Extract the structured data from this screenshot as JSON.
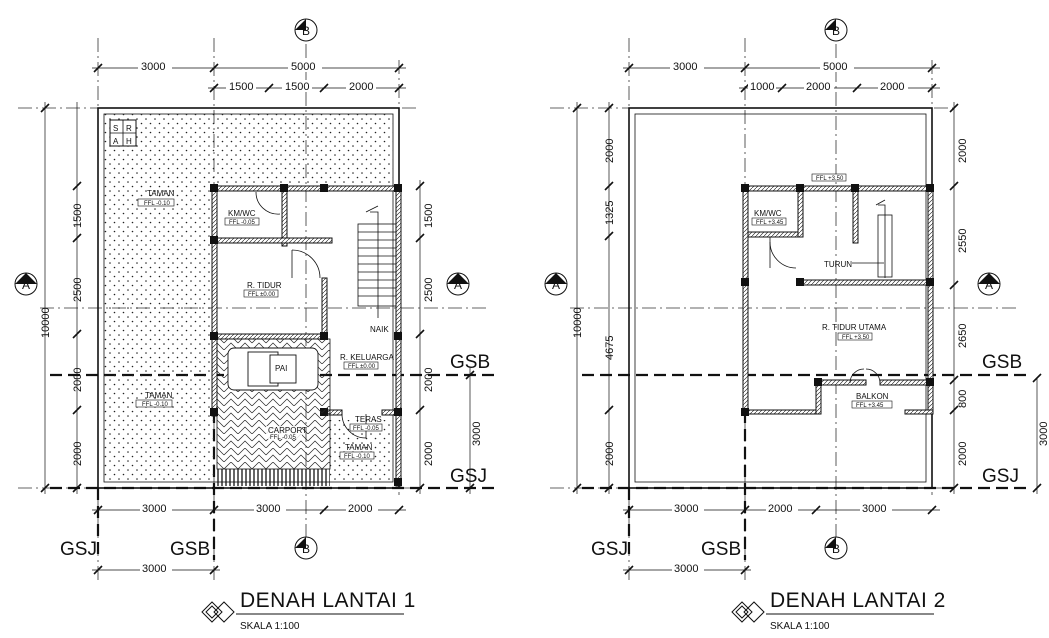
{
  "plans": [
    {
      "title": "DENAH LANTAI 1",
      "scale": "SKALA 1:100",
      "dims_top_outer": [
        "3000",
        "5000"
      ],
      "dims_top_inner": [
        "1500",
        "1500",
        "2000"
      ],
      "dims_bottom": [
        "3000",
        "3000",
        "2000"
      ],
      "dim_bottom_low": "3000",
      "dim_total_left": "10000",
      "dims_left": [
        "1500",
        "2500",
        "2000",
        "2000"
      ],
      "dims_right": [
        "1500",
        "2500",
        "2000",
        "2000"
      ],
      "dim_far_right": "3000",
      "rooms": {
        "sah": [
          "S",
          "R",
          "A",
          "H"
        ],
        "taman_top": "TAMAN",
        "taman_top_ffl": "FFL -0.10",
        "taman_mid": "TAMAN",
        "taman_mid_ffl": "FFL -0.10",
        "kmwc": "KM/WC",
        "kmwc_ffl": "FFL -0.05",
        "tidur": "R. TIDUR",
        "tidur_ffl": "FFL ±0.00",
        "naik": "NAIK",
        "keluarga": "R. KELUARGA",
        "keluarga_ffl": "FFL ±0.00",
        "pai": "PAI",
        "carport": "CARPORT",
        "carport_ffl": "FFL -0.05",
        "teras": "TERAS",
        "teras_ffl": "FFL -0.05",
        "taman_low": "TAMAN",
        "taman_low_ffl": "FFL -0.10"
      }
    },
    {
      "title": "DENAH LANTAI 2",
      "scale": "SKALA 1:100",
      "dims_top_outer": [
        "3000",
        "5000"
      ],
      "dims_top_inner": [
        "1000",
        "2000",
        "2000"
      ],
      "dims_bottom": [
        "3000",
        "2000",
        "3000"
      ],
      "dim_bottom_low": "3000",
      "dim_total_left": "10000",
      "dims_left": [
        "2000",
        "1325",
        "4675",
        "2000"
      ],
      "dims_right": [
        "2000",
        "2550",
        "2650",
        "800",
        "2000"
      ],
      "dim_far_right": "3000",
      "rooms": {
        "ffl_top": "FFL +3.50",
        "kmwc": "KM/WC",
        "kmwc_ffl": "FFL +3.45",
        "turun": "TURUN",
        "tidur_utama": "R. TIDUR UTAMA",
        "tidur_utama_ffl": "FFL +3.50",
        "balkon": "BALKON",
        "balkon_ffl": "FFL +3.45"
      }
    }
  ],
  "markers": {
    "section_b": "B",
    "section_a": "A"
  },
  "lines": {
    "gsb": "GSB",
    "gsj": "GSJ"
  }
}
